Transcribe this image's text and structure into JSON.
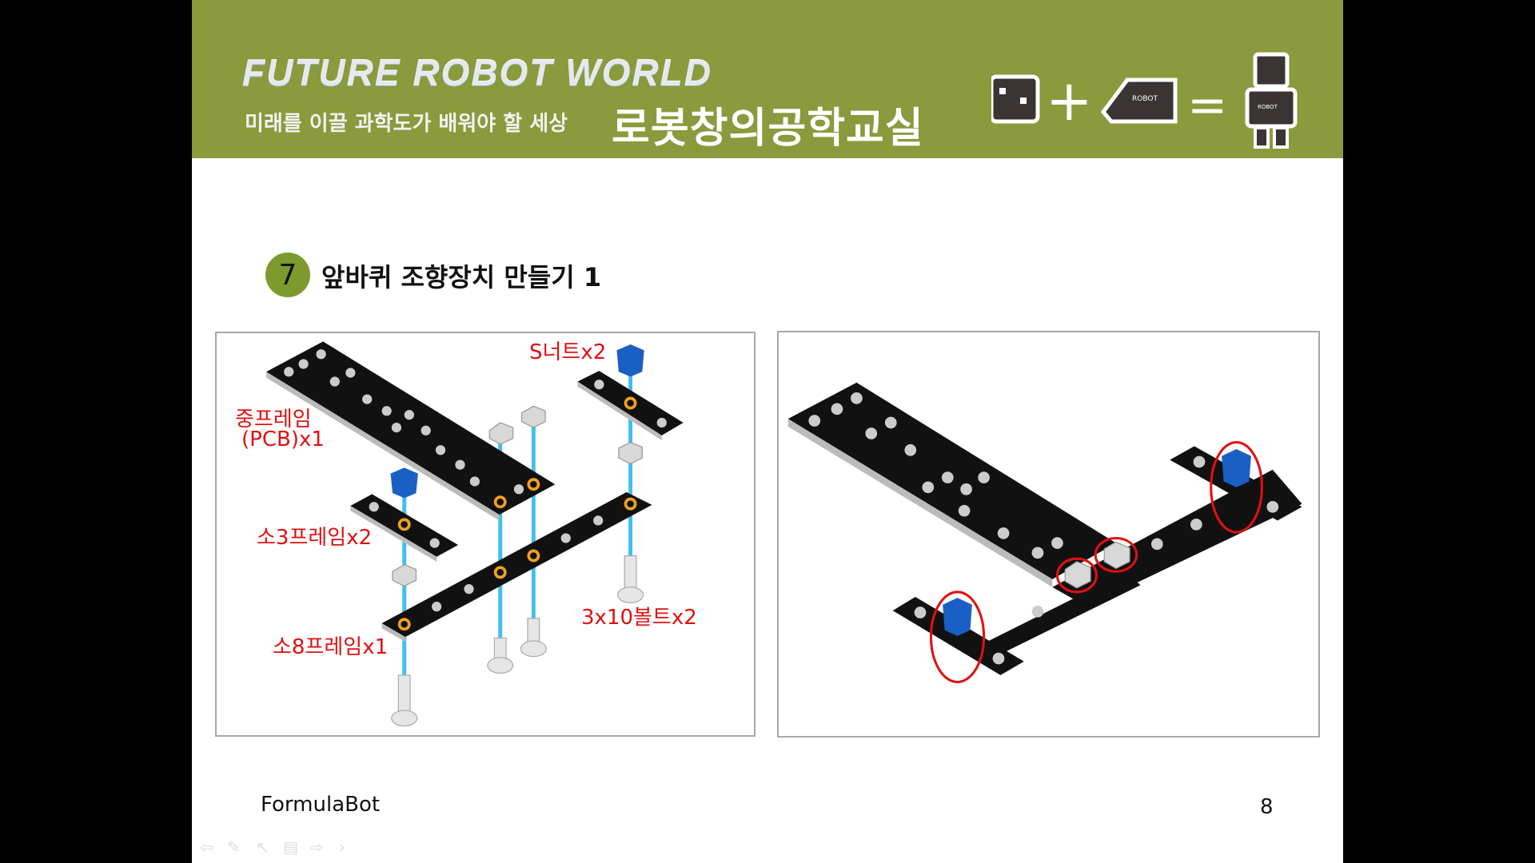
{
  "header": {
    "brand": "FUTURE ROBOT WORLD",
    "tagline": "미래를 이끌 과학도가 배워야 할 세상",
    "class_name": "로봇창의공학교실",
    "logo_text": "ROBOT",
    "background": "#8a9a3c"
  },
  "step": {
    "number": "7",
    "title": "앞바퀴 조향장치 만들기 1"
  },
  "left_panel": {
    "labels": {
      "s_nut": "S너트x2",
      "pcb_frame_line1": "중프레임",
      "pcb_frame_line2": "(PCB)x1",
      "small3_frame": "소3프레임x2",
      "bolt": "3x10볼트x2",
      "small8_frame": "소8프레임x1"
    }
  },
  "footer": {
    "left": "FormulaBot",
    "page_number": "8"
  },
  "colors": {
    "label_red": "#e01010",
    "guide_blue": "#3ec0f0",
    "nut_blue": "#1a5fc4",
    "step_circle": "#7c9a2d"
  }
}
